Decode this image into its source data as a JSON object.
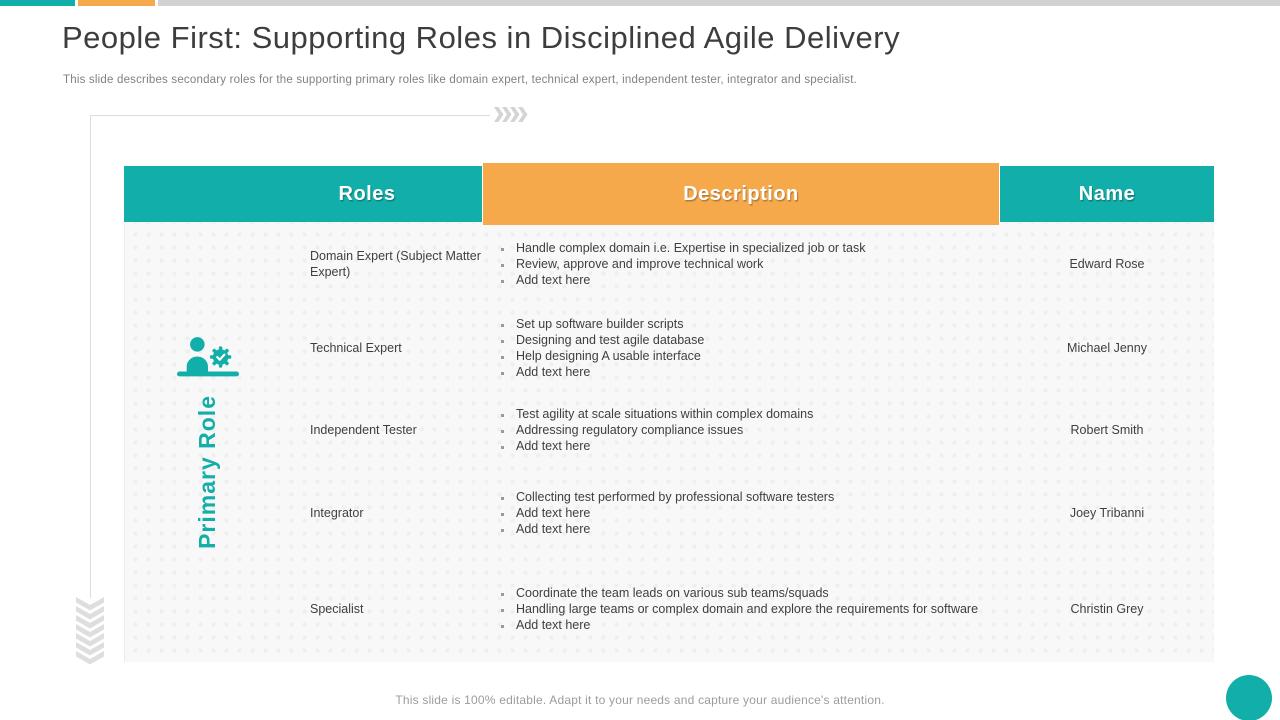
{
  "slide": {
    "title": "People First: Supporting Roles in Disciplined Agile Delivery",
    "subtitle": "This slide describes secondary roles for the supporting primary roles like domain expert, technical expert, independent tester, integrator and specialist.",
    "footer": "This slide is 100% editable. Adapt it to your needs and capture your audience's attention."
  },
  "colors": {
    "teal": "#12AFAA",
    "orange": "#F5A94B",
    "top_bar_gray": "#D1D1D1"
  },
  "icons": {
    "spine_icon": "person-with-gear-icon",
    "arrows_right": "chevrons-right-icon",
    "arrows_down": "chevrons-down-icon"
  },
  "table": {
    "headers": {
      "roles": "Roles",
      "description": "Description",
      "name": "Name"
    },
    "side_label": "Primary Role",
    "rows": [
      {
        "role": "Domain Expert (Subject Matter Expert)",
        "bullets": [
          "Handle complex domain i.e. Expertise in specialized job or task",
          "Review, approve and improve technical work",
          "Add text here"
        ],
        "name": "Edward Rose"
      },
      {
        "role": "Technical Expert",
        "bullets": [
          "Set up software builder scripts",
          "Designing and test agile database",
          "Help designing A usable interface",
          "Add text here"
        ],
        "name": "Michael Jenny"
      },
      {
        "role": "Independent Tester",
        "bullets": [
          "Test agility at scale situations within complex domains",
          "Addressing regulatory compliance issues",
          "Add text here"
        ],
        "name": "Robert Smith"
      },
      {
        "role": "Integrator",
        "bullets": [
          "Collecting test performed by professional software testers",
          "Add text here",
          "Add text here"
        ],
        "name": "Joey Tribanni"
      },
      {
        "role": "Specialist",
        "bullets": [
          "Coordinate the team leads on various sub teams/squads",
          "Handling large teams or complex domain and explore the requirements for software",
          "Add text here"
        ],
        "name": "Christin Grey"
      }
    ]
  }
}
